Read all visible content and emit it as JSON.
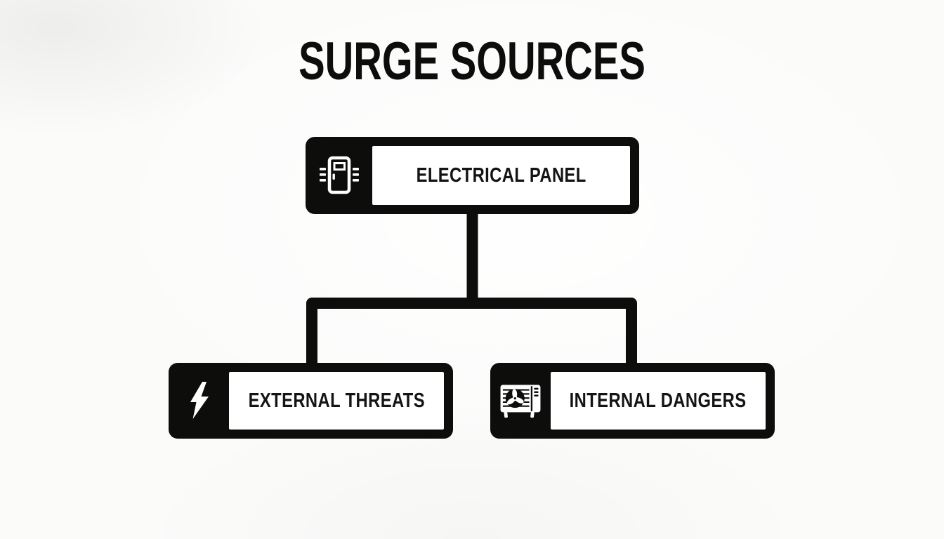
{
  "title": "SURGE SOURCES",
  "diagram": {
    "type": "tree",
    "root": {
      "id": "electrical-panel",
      "label": "ELECTRICAL PANEL",
      "icon": "electrical-panel-icon"
    },
    "children": [
      {
        "id": "external-threats",
        "label": "EXTERNAL THREATS",
        "icon": "lightning-bolt-icon"
      },
      {
        "id": "internal-dangers",
        "label": "INTERNAL DANGERS",
        "icon": "ac-unit-icon"
      }
    ]
  },
  "colors": {
    "background": "#fbfbfa",
    "node_fill": "#0d0d0c",
    "label_plate": "#ffffff",
    "text": "#141414",
    "icon": "#ffffff",
    "connector": "#0d0d0c"
  }
}
